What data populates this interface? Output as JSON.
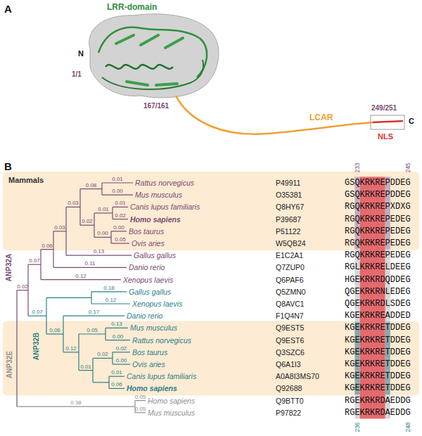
{
  "diagram": {
    "nodes": [
      {
        "text": [
          "Mammals"
        ]
      }
    ],
    "labels": [
      "A",
      "B",
      "LRR-domain",
      "N",
      "C",
      "1/1",
      "167/161",
      "LCAR",
      "NLS",
      "249/251",
      "233",
      "245",
      "236",
      "248",
      "ANP32A",
      "ANP32B",
      "ANP32E",
      "Rattus norvegicus",
      "P49911",
      "GSQKRKREPDDEG",
      "Mus musculus",
      "O35381",
      "GSQKRKREPDDEG",
      "Canis lupus familiaris",
      "Q8HY67",
      "RGQKRKREPXDXG",
      "Homo sapiens",
      "P39687",
      "RGQKRKREPEDEG",
      "Bos taurus",
      "P51122",
      "RGQKRKREPEDEG",
      "Ovis aries",
      "W5QB24",
      "RGQKRKREPEDEG",
      "Gallus gallus",
      "E1C2A1",
      "RGQKRKREPEDEG",
      "Danio rerio",
      "Q7ZUP0",
      "RGLKRKRELDEEG",
      "Xenopus laevis",
      "Q6PAF6",
      "HGEKRKRDQDDEG",
      "Gallus gallus",
      "Q5ZMN0",
      "QGEKRKRNLEDEG",
      "Xenopus laevis",
      "Q8AVC1",
      "QGEKRKRDLSDEG",
      "Danio rerio",
      "F1Q4N7",
      "KGEKRKREADDED",
      "Mus musculus",
      "Q9EST5",
      "KGEKRKRETDDEG",
      "Rattus norvegicus",
      "Q9EST6",
      "KGEKRKRETDDEG",
      "Bos taurus",
      "Q3SZC6",
      "KGEKRKRETDDEG",
      "Ovis aries",
      "Q6A1I3",
      "KGEKRKRETDDEG",
      "Canis lupus familiaris",
      "A0A8I3MS70",
      "KGEKRKRETDDEG",
      "Homo sapiens",
      "Q92688",
      "KGEKRKRETDDEG",
      "Homo sapiens",
      "Q9BTT0",
      "RGEKRKRDAEDDG",
      "Mus musculus",
      "P97822",
      "RGEKRKRDAEDDG",
      "0.02",
      "0.07",
      "0.06",
      "0.03",
      "0.03",
      "0.08",
      "0.01",
      "0.00",
      "0.02",
      "0.01",
      "0.01",
      "0.02",
      "0.00",
      "0.00",
      "0.05",
      "0.13",
      "0.11",
      "0.12",
      "0.07",
      "0.18",
      "0.12",
      "0.06",
      "0.17",
      "0.12",
      "0.05",
      "0.13",
      "0.00",
      "0.01",
      "0.02",
      "0.02",
      "0.00",
      "0.01",
      "0.06",
      "0.38",
      "0.05",
      "0.05"
    ]
  }
}
